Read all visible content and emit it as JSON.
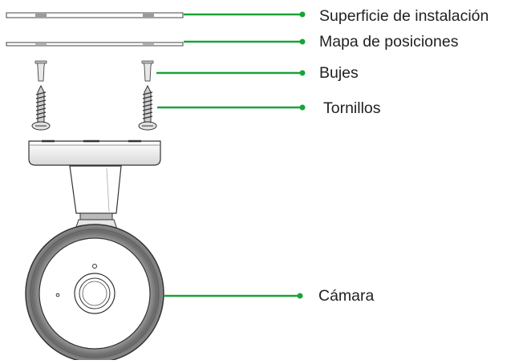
{
  "diagram": {
    "leader_color": "#1aa33a",
    "line_color": "#333333",
    "labels": [
      "Superficie de instalación",
      "Mapa de posiciones",
      "Bujes",
      "Tornillos",
      "Cámara"
    ],
    "parts": [
      "mounting-surface",
      "position-map",
      "anchors",
      "screws",
      "camera"
    ]
  }
}
